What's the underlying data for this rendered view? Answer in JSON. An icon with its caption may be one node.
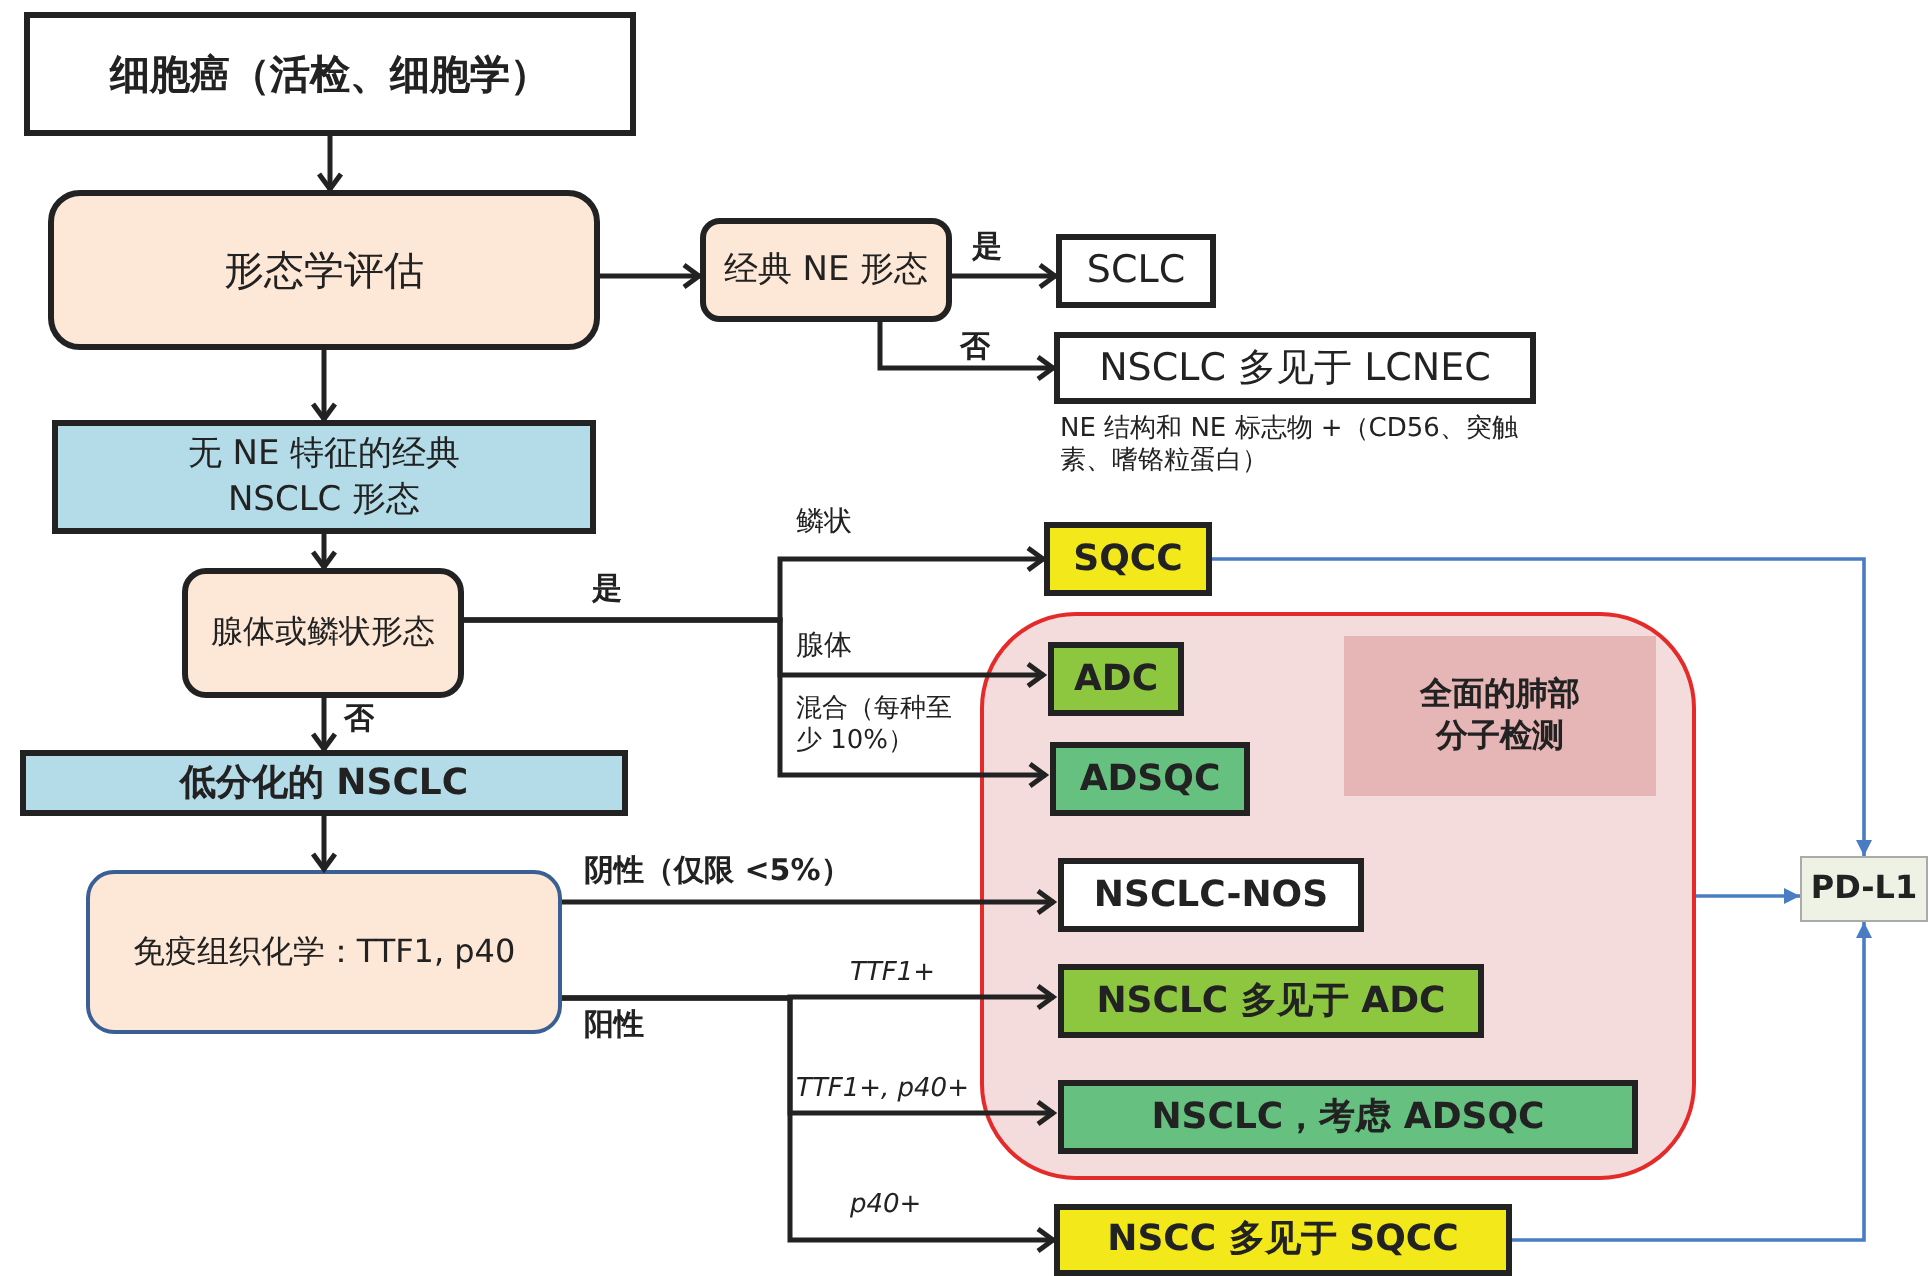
{
  "diagram": {
    "nodes": [
      {
        "text": [
          "细胞癌（活检、细胞学）"
        ]
      },
      {
        "text": [
          "形态学评估"
        ]
      },
      {
        "text": [
          "经典 NE 形态"
        ]
      },
      {
        "text": [
          "SCLC"
        ]
      },
      {
        "text": [
          "NSCLC 多见于 LCNEC"
        ],
        "beside": [
          "NE 结构和 NE 标志物 +（CD56、突触素、嗜铬粒蛋白）"
        ]
      },
      {
        "text": [
          "无 NE 特征的经典 NSCLC 形态"
        ]
      },
      {
        "text": [
          "腺体或鳞状形态"
        ]
      },
      {
        "text": [
          "SQCC"
        ]
      },
      {
        "text": [],
        "shape": "box"
      },
      {
        "text": [
          "全面的肺部分子检测"
        ],
        "in": 8
      },
      {
        "text": [
          "ADC"
        ],
        "in": 8
      },
      {
        "text": [
          "ADSQC"
        ],
        "in": 8
      },
      {
        "text": [
          "低分化的 NSCLC"
        ]
      },
      {
        "text": [
          "免疫组织化学：TTF1, p40"
        ]
      },
      {
        "text": [
          "NSCLC-NOS"
        ],
        "in": 8
      },
      {
        "text": [
          "NSCLC 多见于 ADC"
        ],
        "in": 8
      },
      {
        "text": [
          "NSCLC，考虑 ADSQC"
        ],
        "in": 8
      },
      {
        "text": [
          "NSCC 多见于 SQCC"
        ]
      },
      {
        "text": [
          "PD-L1"
        ]
      }
    ],
    "edges": [
      {
        "from": 0,
        "to": 1,
        "arrow": "to"
      },
      {
        "from": 1,
        "to": 2,
        "arrow": "to"
      },
      {
        "from": 2,
        "to": 3,
        "arrow": "to",
        "label": "是"
      },
      {
        "from": 2,
        "to": 4,
        "arrow": "to",
        "label": "否"
      },
      {
        "from": 1,
        "to": 5,
        "arrow": "to"
      },
      {
        "from": 5,
        "to": 6,
        "arrow": "to"
      },
      {
        "from": 6,
        "to": 7,
        "arrow": "to",
        "label": "鳞状"
      },
      {
        "from": 6,
        "to": 10,
        "arrow": "to",
        "label": "腺体"
      },
      {
        "from": 6,
        "to": 11,
        "arrow": "to",
        "label": "混合（每种至少 10%）"
      },
      {
        "from": 6,
        "to": 12,
        "arrow": "to",
        "label": "否"
      },
      {
        "from": 12,
        "to": 13,
        "arrow": "to"
      },
      {
        "from": 13,
        "to": 14,
        "arrow": "to",
        "label": "阴性（仅限 <5%）"
      },
      {
        "from": 13,
        "to": 15,
        "arrow": "to",
        "label": "TTF1+"
      },
      {
        "from": 13,
        "to": 16,
        "arrow": "to",
        "label": "TTF1+, p40+"
      },
      {
        "from": 13,
        "to": 17,
        "arrow": "to",
        "label": "p40+"
      },
      {
        "from": 7,
        "to": 18,
        "arrow": "to",
        "color": "#4a7cc4"
      },
      {
        "from": 8,
        "to": 18,
        "arrow": "to",
        "color": "#4a7cc4"
      },
      {
        "from": 17,
        "to": 18,
        "arrow": "to",
        "color": "#4a7cc4"
      }
    ],
    "labels": [
      "是",
      "阳性"
    ]
  }
}
